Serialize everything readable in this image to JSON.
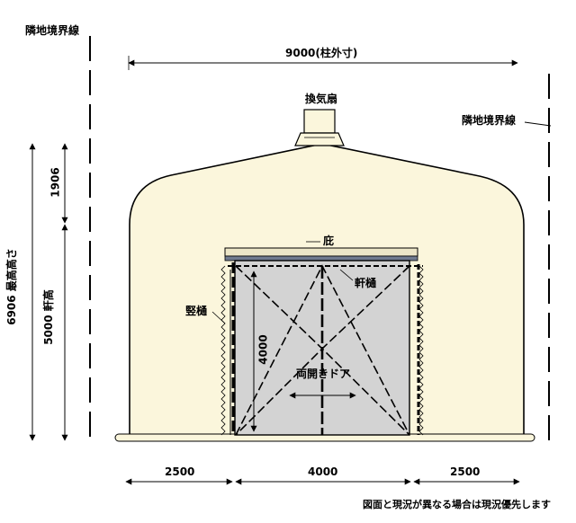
{
  "labels": {
    "boundary_left": "隣地境界線",
    "boundary_right": "隣地境界線",
    "overall_width": "9000(柱外寸)",
    "vent_fan": "換気扇",
    "canopy": "庇",
    "eaves_gutter": "軒樋",
    "downspout": "竪樋",
    "door": "両開きドア",
    "door_height": "4000",
    "max_height": "6906  最高高さ",
    "eaves_height": "5000  軒高",
    "roof_rise": "1906",
    "dim_left": "2500",
    "dim_center": "4000",
    "dim_right": "2500",
    "note": "図面と現況が異なる場合は現況優先します"
  },
  "colors": {
    "tent_fill": "#fbf6dc",
    "door_fill": "#d3d3d3",
    "canopy_fill": "#ece6c8",
    "line": "#000000"
  }
}
